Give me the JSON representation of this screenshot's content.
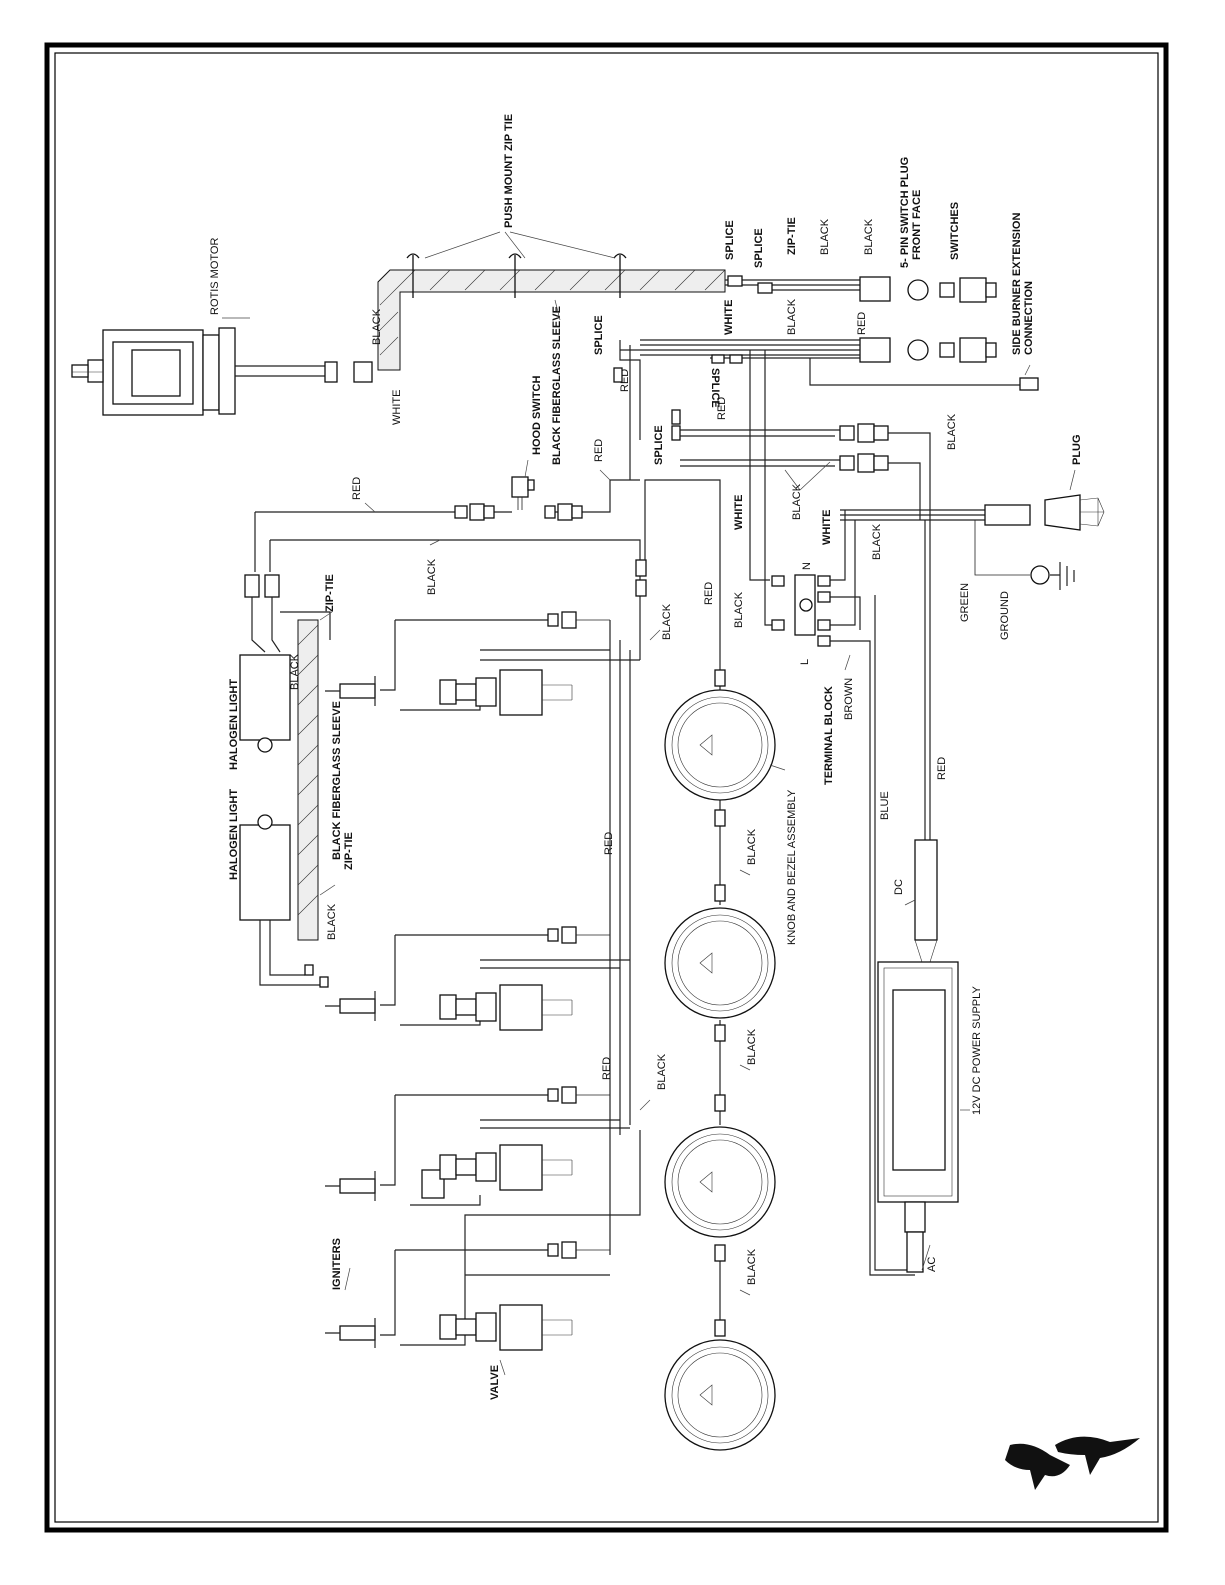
{
  "diagram": {
    "labels": {
      "rotis_motor": "ROTIS MOTOR",
      "push_mount_zip_tie": "PUSH MOUNT ZIP TIE",
      "black_fiberglass_sleeve": "BLACK FIBERGLASS SLEEVE",
      "hood_switch": "HOOD SWITCH",
      "splice": "SPLICE",
      "zip_tie": "ZIP-TIE",
      "five_pin_plug": "5- PIN SWITCH PLUG",
      "front_face": "FRONT FACE",
      "switches": "SWITCHES",
      "side_burner_extension": "SIDE BURNER EXTENSION",
      "connection": "CONNECTION",
      "plug": "PLUG",
      "ground": "GROUND",
      "halogen_light": "HALOGEN LIGHT",
      "terminal_block": "TERMINAL BLOCK",
      "knob_and_bezel_assembly": "KNOB AND BEZEL ASSEMBLY",
      "dc_power_supply": "12V DC POWER SUPPLY",
      "igniters": "IGNITERS",
      "valve": "VALVE",
      "dc": "DC",
      "ac": "AC",
      "terminal_n": "N",
      "terminal_l": "L"
    },
    "wire_colors": {
      "black": "BLACK",
      "white": "WHITE",
      "red": "RED",
      "green": "GREEN",
      "brown": "BROWN",
      "blue": "BLUE"
    }
  }
}
